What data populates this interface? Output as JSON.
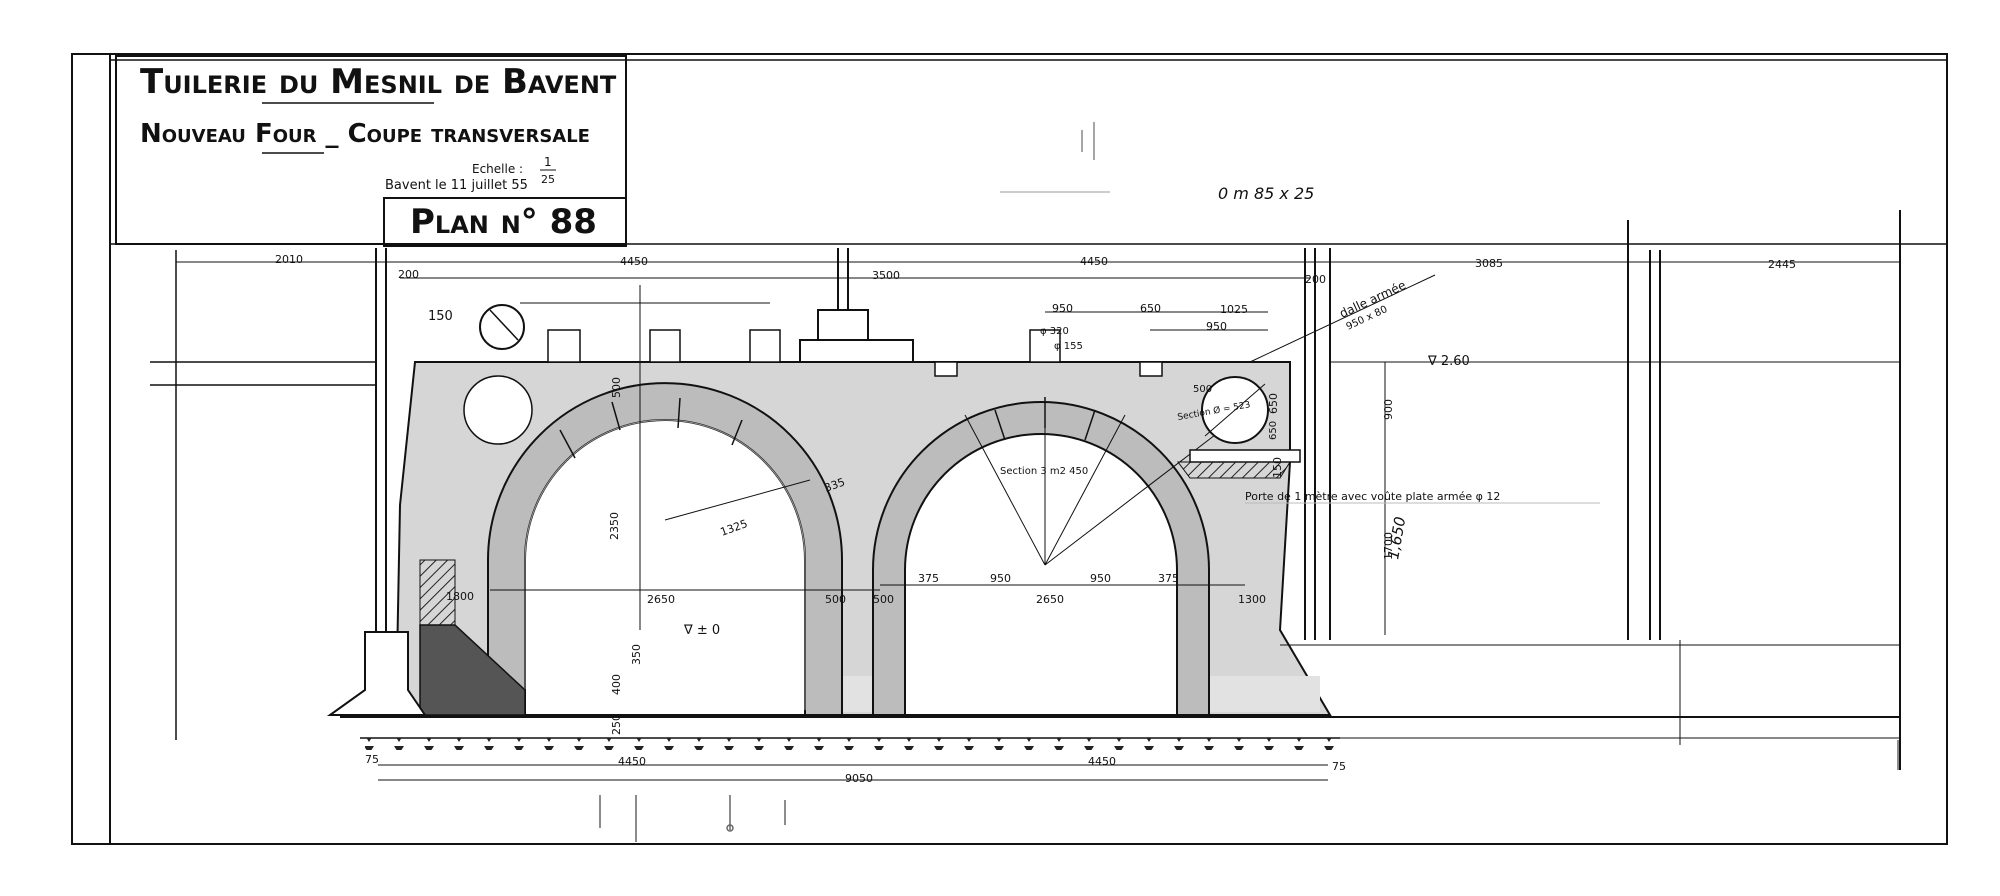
{
  "title_block": {
    "line1": "Tuilerie du Mesnil de Bavent",
    "line2": "Nouveau Four _ Coupe transversale",
    "scale_label": "Echelle :",
    "scale_num": "1",
    "scale_den": "25",
    "date": "Bavent le 11 juillet 55",
    "plan_number": "Plan n° 88"
  },
  "annotations": {
    "pencil_top": "0 m 85 x 25",
    "slab": "dalle armée",
    "slab_size": "950 x 80",
    "level_top": "∇ 2.60",
    "level_zero": "∇ ± 0",
    "door_note": "Porte de 1 mètre avec voûte plate armée φ 12",
    "section_flue": "Section Ø = 523",
    "section_vault": "Section 3 m2 450",
    "pencil_height": "1,650",
    "dia_320": "φ 320",
    "dia_155": "φ 155",
    "angle_label": "150"
  },
  "dimensions": {
    "top": [
      "2010",
      "4450",
      "4450",
      "3085",
      "2445"
    ],
    "upper_small": [
      "200",
      "3500",
      "200",
      "950",
      "650",
      "1025",
      "950"
    ],
    "arch_left": [
      "2350",
      "1325",
      "335",
      "500",
      "1800",
      "2650",
      "500",
      "500"
    ],
    "arch_right": [
      "375",
      "950",
      "2650",
      "950",
      "375",
      "1300"
    ],
    "vertical_right": [
      "900",
      "1700",
      "650",
      "150"
    ],
    "floor": [
      "350",
      "400",
      "250"
    ],
    "bottom": [
      "75",
      "4450",
      "4450",
      "75",
      "9050"
    ],
    "flue_small": [
      "500",
      "650"
    ]
  },
  "colors": {
    "ink": "#111111",
    "shade": "#d6d6d6",
    "dark_shade": "#555555"
  }
}
